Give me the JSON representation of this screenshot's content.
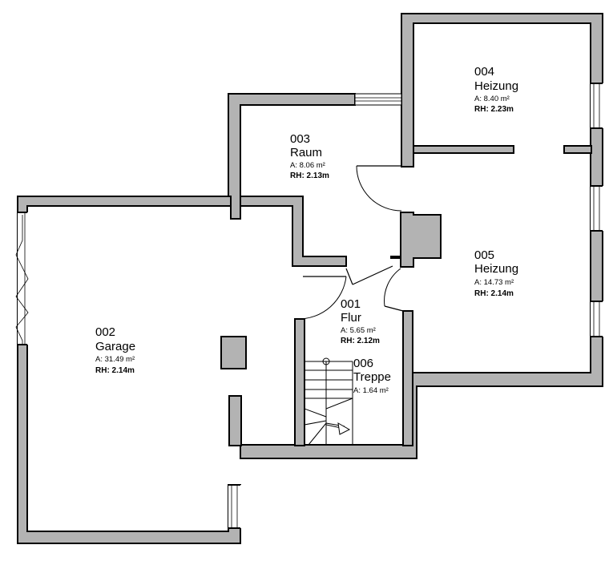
{
  "units": {
    "height_prefix": "RH:"
  },
  "rooms": [
    {
      "id": "003",
      "name": "Raum",
      "area": "A: 8.06 m²",
      "height": "RH: 2.13m"
    },
    {
      "id": "004",
      "name": "Heizung",
      "area": "A: 8.40 m²",
      "height": "RH: 2.23m"
    },
    {
      "id": "005",
      "name": "Heizung",
      "area": "A: 14.73 m²",
      "height": "RH: 2.14m"
    },
    {
      "id": "001",
      "name": "Flur",
      "area": "A: 5.65 m²",
      "height": "RH: 2.12m"
    },
    {
      "id": "002",
      "name": "Garage",
      "area": "A: 31.49 m²",
      "height": "RH: 2.14m"
    },
    {
      "id": "006",
      "name": "Treppe",
      "area": "A: 1.64 m²"
    }
  ],
  "colors": {
    "wall_fill": "#b3b3b3",
    "line": "#000000",
    "background": "#ffffff"
  }
}
